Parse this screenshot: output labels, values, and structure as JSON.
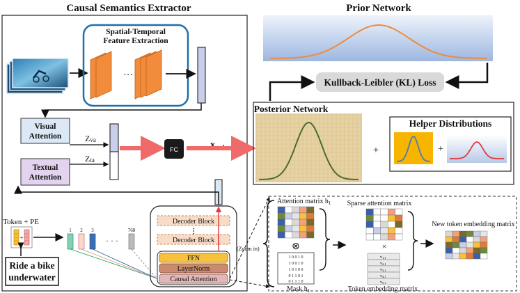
{
  "extractor": {
    "title": "Causal Semantics Extractor",
    "feature_box": [
      "Spatial-Temporal",
      "Feature Extraction"
    ],
    "ellipsis": "…",
    "visual_attention": [
      "Visual",
      "Attention"
    ],
    "textual_attention": [
      "Textual",
      "Attention"
    ],
    "z_va": "Z",
    "z_va_sub": "va",
    "z_ta": "Z",
    "z_ta_sub": "ta",
    "fc": "FC",
    "x_mul": "x",
    "x_mul_sub": "mul"
  },
  "prior": {
    "title": "Prior Network"
  },
  "kl_loss": "Kullback-Leibler (KL) Loss",
  "posterior": {
    "title": "Posterior Network",
    "plus1": "+",
    "helper_title": "Helper Distributions",
    "plus2": "+"
  },
  "text_encoder": {
    "token_pe": "Token + PE",
    "prompt": [
      "Ride a bike",
      "underwater"
    ],
    "token_numbers": [
      "1",
      "2",
      "3",
      "768"
    ],
    "dots": "· · ·",
    "decoder_block_1": "Decoder Block",
    "vdots": "⋮",
    "decoder_block_2": "Decoder Block",
    "ffn": "FFN",
    "layernorm": "LayerNorm",
    "causal_attention": "Causal Attention",
    "zoom_in": "(Zoom in)"
  },
  "zoom": {
    "attention_matrix": "Attention matrix h",
    "attention_matrix_sub": "1",
    "otimes": "⊗",
    "mask_label": "Mask h",
    "mask_label_sub": "1",
    "mask_rows": [
      "1 0 0 1 0",
      "1 0 0 1 0",
      "1 0 1 0 0",
      "0 1 1 0 1",
      "0 1 1 1 0"
    ],
    "sparse_matrix": "Sparse attention matrix",
    "times": "×",
    "token_rows": [
      "v",
      "v",
      "v",
      "v",
      "v"
    ],
    "token_subs": [
      "1,1",
      "2,1",
      "3,1",
      "4,1",
      "5,1"
    ],
    "token_matrix": "Token embedding matrix",
    "new_token": "New token embedding matrix"
  },
  "colors": {
    "orange": "#f28c3c",
    "feature_border": "#1f6ea8",
    "visual_fill": "#dbe8f5",
    "textual_fill": "#e2d3ee",
    "red_arrow": "#f06a6a",
    "kl_fill": "#d9d9d9",
    "posterior_bg": "#e6d2a3",
    "gauss_green": "#4c6a35",
    "ffn": "#f7c13e",
    "layernorm": "#c98a6d",
    "causal_attn": "#e0b8b8",
    "decoder_fill": "#f8dcc8"
  }
}
